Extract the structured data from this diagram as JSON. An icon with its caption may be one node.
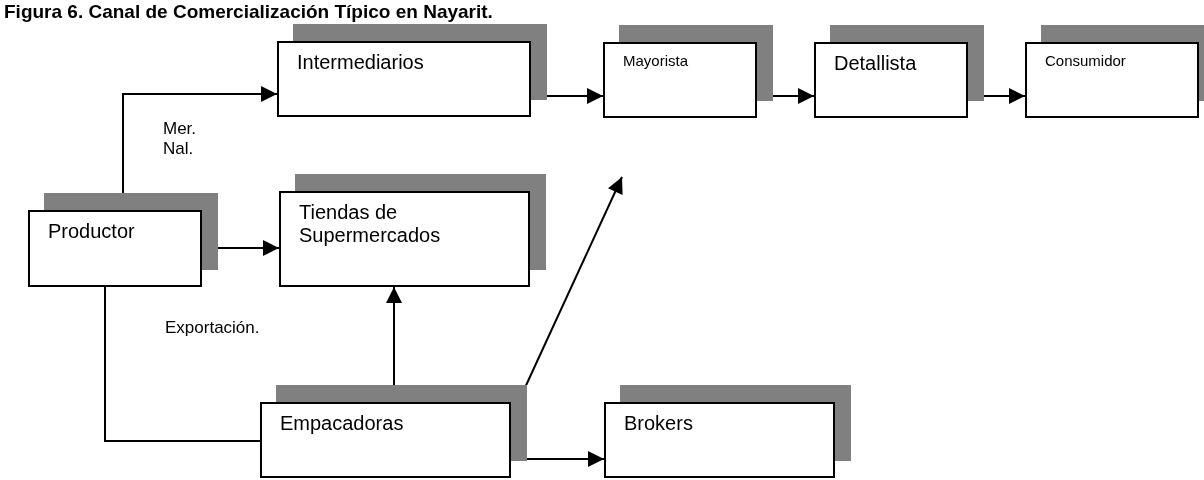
{
  "diagram": {
    "title": "Figura 6. Canal de Comercialización Típico en Nayarit.",
    "nodes": [
      {
        "text": [
          "Intermediarios"
        ]
      },
      {
        "text": [
          "Mayorista"
        ]
      },
      {
        "text": [
          "Detallista"
        ]
      },
      {
        "text": [
          "Consumidor"
        ]
      },
      {
        "text": [
          "Productor"
        ]
      },
      {
        "text": [
          "Tiendas de Supermercados"
        ]
      },
      {
        "text": [
          "Empacadoras"
        ]
      },
      {
        "text": [
          "Brokers"
        ]
      }
    ],
    "edges": [
      {
        "from": 4,
        "to": 0,
        "arrow": "to",
        "label": "Mer. Nal."
      },
      {
        "from": 4,
        "to": 5,
        "arrow": "to"
      },
      {
        "from": 4,
        "to": 6,
        "arrow": "none",
        "label": "Exportación."
      },
      {
        "from": 6,
        "to": 5,
        "arrow": "to"
      },
      {
        "from": 6,
        "to": null,
        "arrow": "to"
      },
      {
        "from": 6,
        "to": 7,
        "arrow": "to"
      },
      {
        "from": 0,
        "to": 1,
        "arrow": "to"
      },
      {
        "from": 1,
        "to": 2,
        "arrow": "to"
      },
      {
        "from": 2,
        "to": 3,
        "arrow": "to"
      }
    ]
  }
}
